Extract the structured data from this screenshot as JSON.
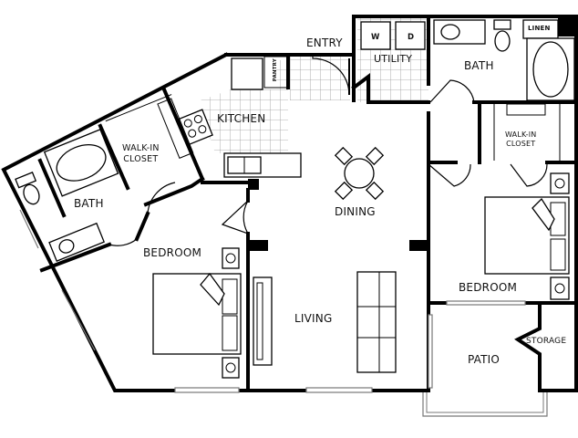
{
  "floorplan": {
    "rooms": {
      "entry": "ENTRY",
      "utility": "UTILITY",
      "washer": "W",
      "dryer": "D",
      "bath_hall": "BATH",
      "linen": "LINEN",
      "pantry": "PANTRY",
      "kitchen": "KITCHEN",
      "walkin_closet_left_line1": "WALK-IN",
      "walkin_closet_left_line2": "CLOSET",
      "bath_master": "BATH",
      "dining": "DINING",
      "bedroom_left": "BEDROOM",
      "living": "LIVING",
      "walkin_closet_right_line1": "WALK-IN",
      "walkin_closet_right_line2": "CLOSET",
      "bedroom_right": "BEDROOM",
      "patio": "PATIO",
      "storage": "STORAGE"
    },
    "colors": {
      "wall": "#000000",
      "background": "#ffffff",
      "tile_grid": "#9a9a9a",
      "window": "#777777"
    }
  }
}
